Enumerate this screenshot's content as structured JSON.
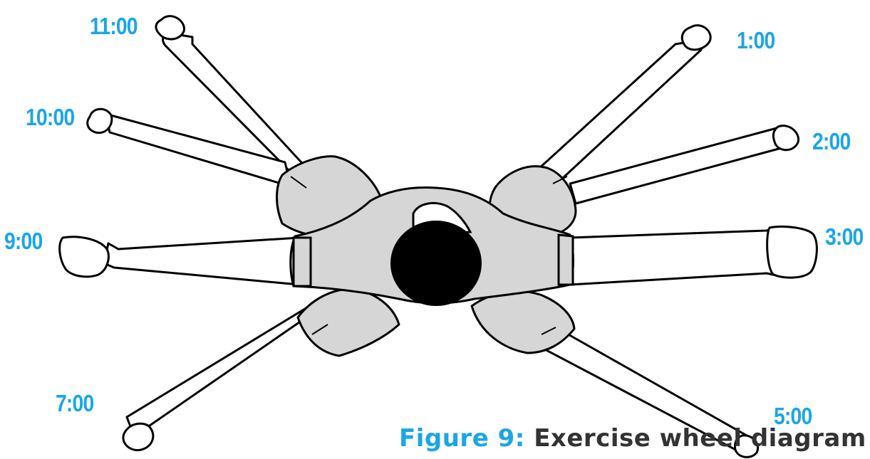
{
  "colors": {
    "label": "#1aa6e6",
    "caption_prefix": "#1aa6e6",
    "caption_title": "#333333",
    "shirt": "#d6d6d6",
    "outline": "#000000",
    "head": "#000000"
  },
  "positions": [
    {
      "id": "11",
      "label": "11:00"
    },
    {
      "id": "1",
      "label": "1:00"
    },
    {
      "id": "10",
      "label": "10:00"
    },
    {
      "id": "2",
      "label": "2:00"
    },
    {
      "id": "9",
      "label": "9:00"
    },
    {
      "id": "3",
      "label": "3:00"
    },
    {
      "id": "7",
      "label": "7:00"
    },
    {
      "id": "5",
      "label": "5:00"
    }
  ],
  "caption": {
    "prefix": "Figure 9:",
    "title": "Exercise wheel diagram"
  }
}
